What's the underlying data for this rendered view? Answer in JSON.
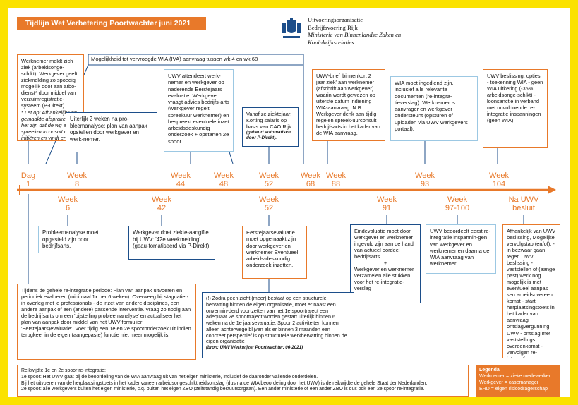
{
  "title": "Tijdlijn Wet Verbetering Poortwachter juni 2021",
  "org": {
    "line1": "Uitvoeringsorganisatie",
    "line2": "Bedrijfsvoering Rijk",
    "line3": "Ministerie van Binnenlandse Zaken en",
    "line4": "Koninkrijksrelaties"
  },
  "early_wia_header": "Mogelijkheid tot vervroegde WIA (IVA) aanvraag tussen wk 4 en wk 68",
  "colors": {
    "accent": "#e8792a",
    "frame": "#fbe200",
    "navy": "#1c4e8a",
    "light_blue": "#9cc8e3"
  },
  "top_weeks": [
    {
      "w": "Dag",
      "n": "1"
    },
    {
      "w": "Week",
      "n": "8"
    },
    {
      "w": "Week",
      "n": "44"
    },
    {
      "w": "Week",
      "n": "48"
    },
    {
      "w": "Week",
      "n": "52"
    },
    {
      "w": "Week",
      "n": "68"
    },
    {
      "w": "Week",
      "n": "88"
    },
    {
      "w": "Week",
      "n": "93"
    },
    {
      "w": "Week",
      "n": "104"
    }
  ],
  "bottom_weeks": [
    {
      "w": "Week",
      "n": "6"
    },
    {
      "w": "Week",
      "n": "42"
    },
    {
      "w": "Week",
      "n": "52"
    },
    {
      "w": "Week",
      "n": "91"
    },
    {
      "w": "Week",
      "n": "97-100"
    },
    {
      "w": "Na UWV",
      "n": "besluit"
    }
  ],
  "boxes": {
    "ziekmelding": {
      "main": "Werknemer meldt zich ziek (arbeidsonge-schikt). Werkgever geeft ziekmelding zo spoedig mogelijk door aan arbo-dienst* door middel van verzuimregistratie-systeem (P-Direkt).",
      "note": "* Let op! Afhankelijk van gemaakte afspraken kan het zijn dat de wg een spreek-uurconsult moet initiëren en vindt er dus geen automati-sche oproep plaats."
    },
    "w8": "Uiterlijk 2 weken na pro-bleemanalyse: plan van aanpak opstellen door werkgever en werk-nemer.",
    "w44": "UWV attendeert werk-nemer en werkgever op naderende Eerstejaars evaluatie. Werkgever vraagt advies bedrijfs-arts (werkgever regelt spreekuur werknemer) en bespreekt eventuele inzet arbeidsdeskundig onderzoek + opstarten 2e spoor.",
    "w52": {
      "main": "Vanaf ze ziektejaar: Korting salaris op basis van CAO Rijk",
      "note": "(gebeurt automatisch door P-Direkt)."
    },
    "w88": "UWV-brief 'binnenkort 2 jaar ziek' aan werknemer (afschrift aan werkgever) waarin wordt gewezen op uiterste datum indiening WIA-aanvraag. N.B. Werkgever denk aan tijdig regelen spreek-uurconsult bedrijfsarts in het kader van de WIA aanvraag.",
    "w93": "WIA moet ingediend zijn, inclusief alle relevante documenten (re-integra-tieverslag). Werknemer is aanvrager en werkgever ondersteunt (opsturen of uploaden via UWV werkgevers portaal).",
    "w104": "UWV beslissing, opties: - toekenning WIA - geen WIA uitkering (-35% arbeidsonge-schikt) - loonsanctie in verband met onvoldoende re-integratie inspanningen (geen WIA).",
    "w6": "Probleemanalyse moet opgesteld zijn door bedrijfsarts.",
    "w42": "Werkgever doet ziekte-aangifte bij UWV: '42e weekmelding' (geau-tomatiseerd via P-Direkt).",
    "w52b": "Eerstejaarsevaluatie moet opgemaakt zijn door werkgever en werknemer Eventueel arbeids-deskundig onderzoek inzetten.",
    "w91a": "Eindevaluatie moet door werkgever en werknemer ingevuld zijn aan de hand van actueel oordeel bedrijfsarts.",
    "w91plus": "+",
    "w91b": "Werkgever en werknemer verzamelen alle stukken voor het re-integratie-verslag",
    "w97": "UWV beoordeelt eerst re-integratie inspannin-gen van werkgever en werknemer en daarna de WIA aanvraag van werknemer.",
    "na_uwv": "Afhankelijk van UWV beslissing, Mogelijke vervolgstap (en/of): - in bezwaar gaan tegen UWV beslissing - vaststellen of (aange past) werk nog mogelijk is met eventueel aanpas sen arbeidsovereen komst - start herplaatsingstoets in het kader van aanvraag ontslagvergunning UWV - ontslag met vaststellings overeenkomst - vervolgen re-integratie - aanmelden ERD WGA",
    "gehele": "Tijdens de gehele re-integratie periode: Plan van aanpak uitvoeren en periodiek evalueren (minimaal 1x per 6 weken). Overweeg bij stagnatie - in overleg met je professionals - de inzet van andere disciplines, een andere aanpak of een (andere) passende interventie. Vraag zo nodig aan de bedrijfsarts om een 'bijstelling probleemanalyse' en actualiseer het plan van aanpak door middel van het UWV formulier 'Eerstejaars)evaluatie'. Voer tijdig een 1e en 2e spooronderzoek uit indien terugkeer in de eigen (aangepaste) functie niet meer mogelijk is.",
    "spoor2": {
      "main": "(!) Zodra geen zicht (meer) bestaat op een structurele hervatting binnen de eigen organisatie, moet er naast een onvermin-derd voortzetten van het 1e spoortraject een adequaat 2e spoortraject worden gestart uiterlijk binnen 6 weken na de 1e jaarsevaluatie. Spoor 2 activiteiten kunnen alleen achterwege blijven als er binnen 3 maanden een concreet perspectief is op structurele werkhervatting binnen de eigen organisatie",
      "source": "(bron: UWV Werkwijzer Poortwachter, 06-2021)"
    }
  },
  "reikwijdte": {
    "title": "Reikwijdte 1e en 2e spoor re-integratie:",
    "l1": "1e spoor: Het UWV gaat bij de beoordeling van de WIA aanvraag uit van het eigen ministerie, inclusief de daaronder vallende onderdelen.",
    "l2": "Bij het uitvoeren van de herplaatsingstoets in het kader vaneen arbeidsongeschiktheidsontslag (dus na de WIA beoordeling door het UWV) is de reikwijdte de gehele Staat der Nederlanden.",
    "l3": "2e spoor: alle werkgevers buiten het eigen ministerie, c.q. buiten het eigen ZBO (zelfstandig bestuursorgaan). Een ander ministerie of een ander ZBO is dus ook een 2e spoor re-integratie."
  },
  "legenda": {
    "title": "Legenda",
    "l1": "Werknemer = zieke medewerker",
    "l2": "Werkgever = casemanager",
    "l3": "ERD = eigen risicodragerschap"
  }
}
